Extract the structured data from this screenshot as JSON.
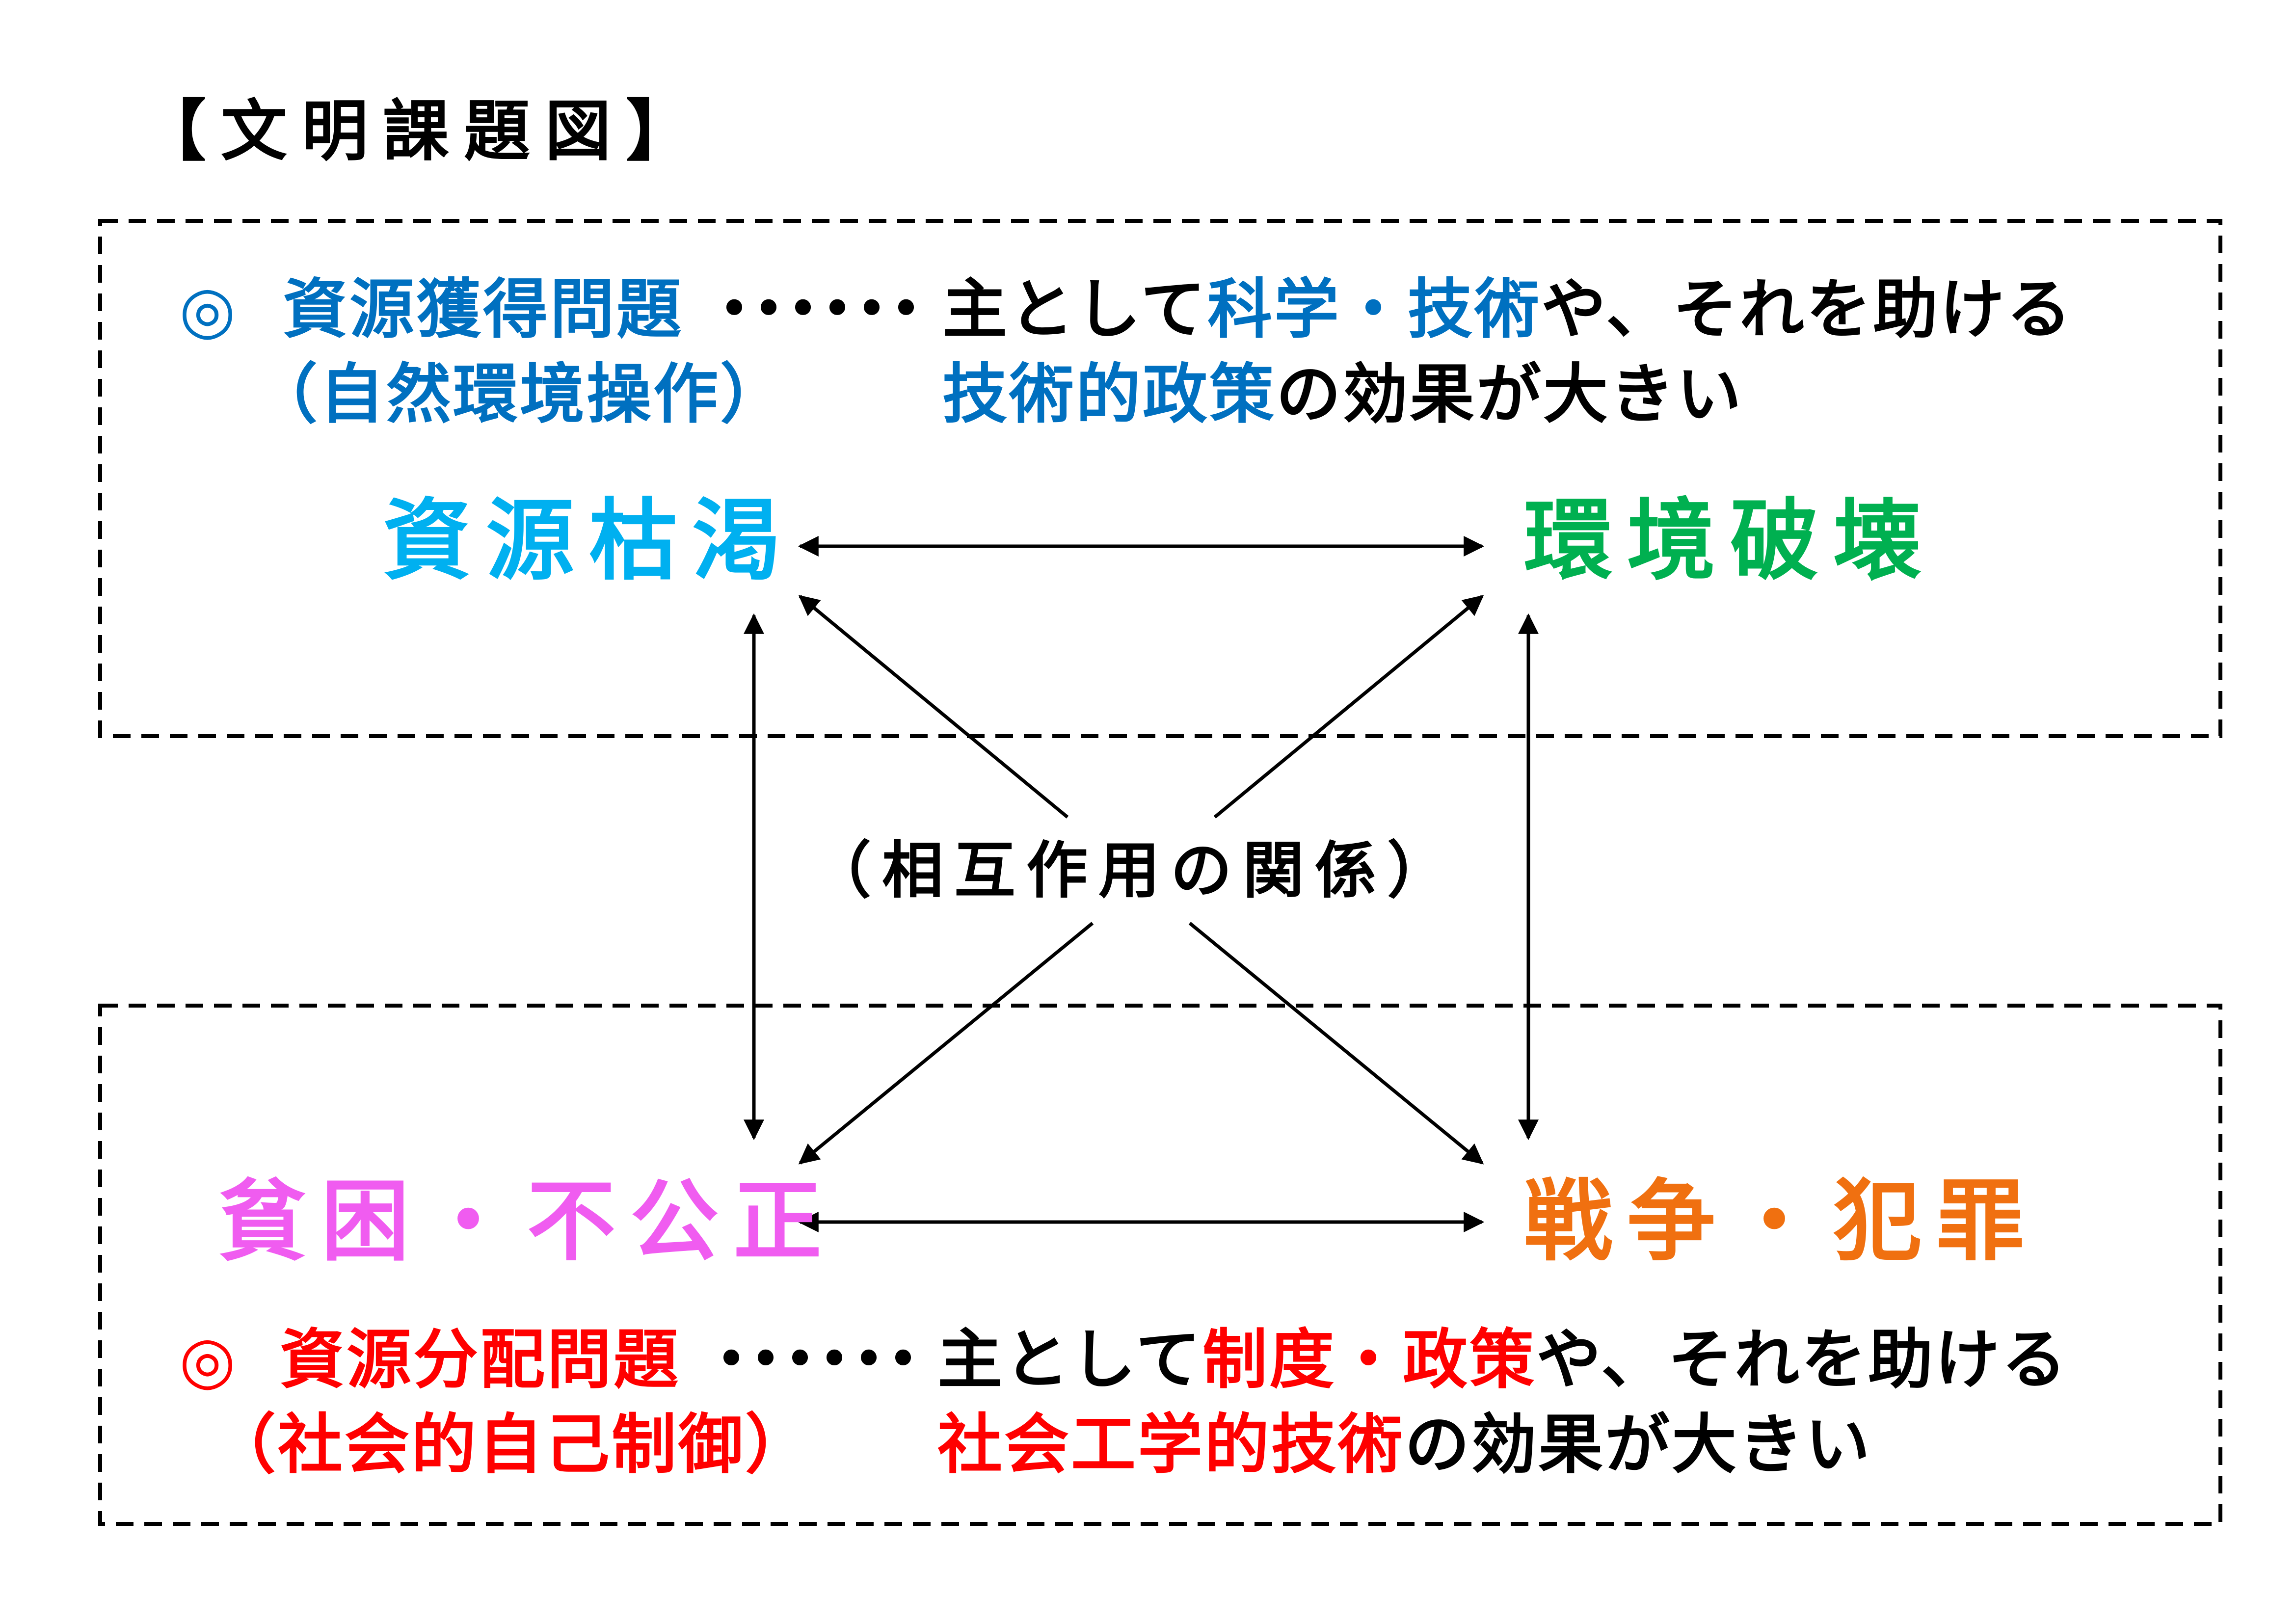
{
  "title": "【文明課題図】",
  "top_box": {
    "mark": "◎",
    "heading": "資源獲得問題",
    "dots": "・・・・・・",
    "line1_a": "主として",
    "line1_b": "科学・技術",
    "line1_c": "や、それを助ける",
    "subheading": "（自然環境操作）",
    "line2_a": "技術的政策",
    "line2_b": "の効果が大きい"
  },
  "bottom_box": {
    "mark": "◎",
    "heading": "資源分配問題",
    "dots": "・・・・・・",
    "line1_a": "主として",
    "line1_b": "制度・政策",
    "line1_c": "や、それを助ける",
    "subheading": "（社会的自己制御）",
    "line2_a": "社会工学的技術",
    "line2_b": "の効果が大きい"
  },
  "nodes": {
    "resource_depletion": "資源枯渇",
    "environmental_destruction": "環境破壊",
    "poverty_injustice": "貧困・不公正",
    "war_crime": "戦争・犯罪"
  },
  "center_label": "（相互作用の関係）",
  "colors": {
    "blue": "#0070c0",
    "red": "#ff0000",
    "cyan": "#00b0f0",
    "green": "#00b050",
    "pink": "#f05cf0",
    "orange": "#f07010"
  }
}
